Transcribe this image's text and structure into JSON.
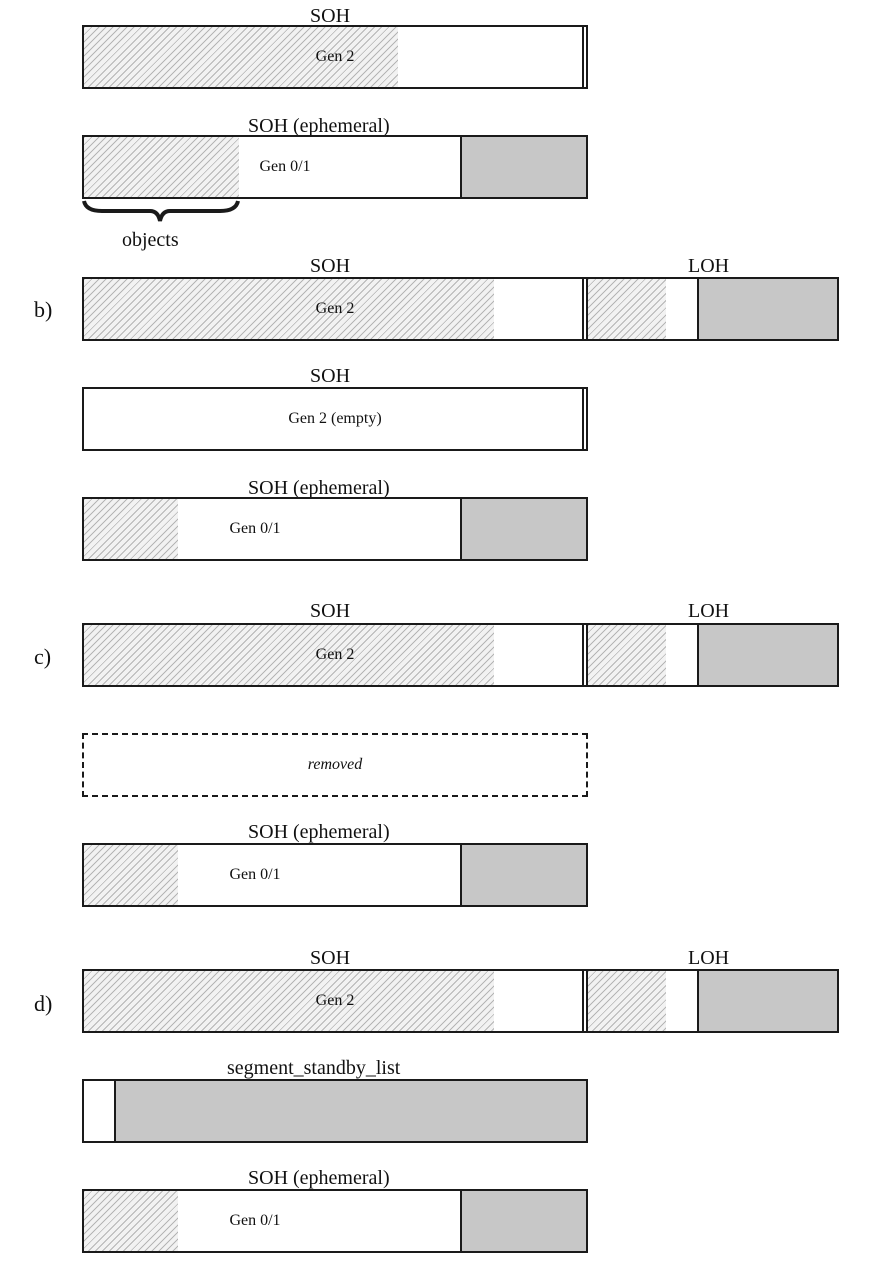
{
  "labels": {
    "soh": "SOH",
    "soh_ephemeral": "SOH (ephemeral)",
    "loh": "LOH",
    "gen2": "Gen 2",
    "gen2_empty": "Gen 2 (empty)",
    "gen01": "Gen 0/1",
    "objects": "objects",
    "removed": "removed",
    "segment_standby_list": "segment_standby_list"
  },
  "sections": {
    "b": "b)",
    "c": "c)",
    "d": "d)"
  },
  "colors": {
    "border": "#1a1a1a",
    "free_fill": "#c7c7c7",
    "hatch": "#b5b5b5"
  }
}
